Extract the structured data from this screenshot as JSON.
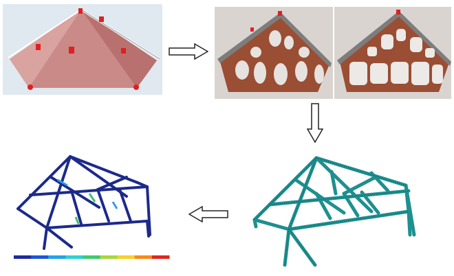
{
  "flow": [
    "design-domain",
    "topology-optimization",
    "frame-mesh-model",
    "stress-analysis-result"
  ],
  "colors": {
    "design_domain_bg": "#dfe9ef",
    "design_domain_fill": "#c98a88",
    "load_marker": "#e02020",
    "topology_bg": "#d9d4d0",
    "topology_material": "#9a4e33",
    "mesh_color": "#1f8f8f",
    "result_frame": "#1c2a8a",
    "arrow_outline": "#222222"
  },
  "legend": {
    "colors": [
      "#1f2a9a",
      "#1f56d8",
      "#23a3e6",
      "#2fd0d0",
      "#41c96e",
      "#a7d83a",
      "#f2d22a",
      "#f58a1d",
      "#e0261e"
    ],
    "labels": [
      "",
      "",
      "",
      "",
      "",
      "",
      "",
      "",
      ""
    ]
  }
}
